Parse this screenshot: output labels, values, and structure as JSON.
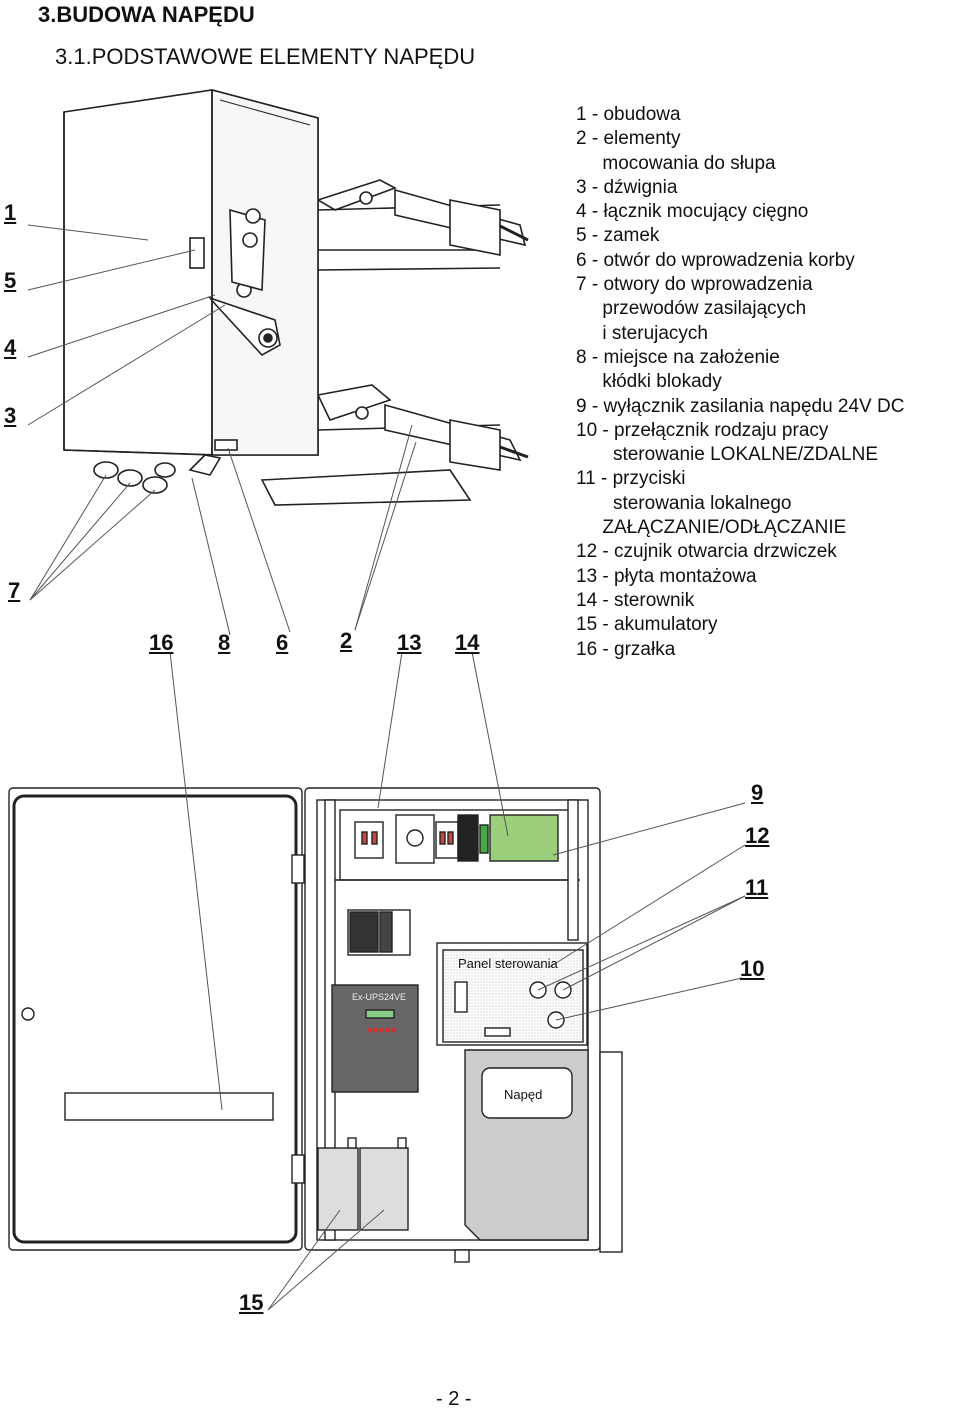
{
  "heading": {
    "title": "3.BUDOWA NAPĘDU",
    "subtitle": "3.1.PODSTAWOWE ELEMENTY NAPĘDU"
  },
  "legend": [
    "1 - obudowa",
    "2 - elementy",
    "     mocowania do słupa",
    "3 - dźwignia",
    "4 - łącznik mocujący cięgno",
    "5 - zamek",
    "6 - otwór do wprowadzenia korby",
    "7 - otwory do wprowadzenia",
    "     przewodów zasilających",
    "     i sterujacych",
    "8 - miejsce na założenie",
    "     kłódki blokady",
    "9 - wyłącznik zasilania napędu 24V DC",
    "10 - przełącznik rodzaju pracy",
    "       sterowanie LOKALNE/ZDALNE",
    "11 - przyciski",
    "       sterowania lokalnego",
    "     ZAŁĄCZANIE/ODŁĄCZANIE",
    "12 - czujnik otwarcia drzwiczek",
    "13 - płyta montażowa",
    "14 - sterownik",
    "15 - akumulatory",
    "16 - grzałka"
  ],
  "callouts": {
    "c1": "1",
    "c5": "5",
    "c4": "4",
    "c3": "3",
    "c7": "7",
    "c16": "16",
    "c8": "8",
    "c6": "6",
    "c2": "2",
    "c13": "13",
    "c14": "14",
    "c9": "9",
    "c12": "12",
    "c11": "11",
    "c10": "10",
    "c15": "15"
  },
  "panel_labels": {
    "control_panel": "Panel sterowania",
    "drive": "Napęd",
    "ups": "Ex-UPS24VE"
  },
  "footer": {
    "page_number": "- 2 -"
  }
}
